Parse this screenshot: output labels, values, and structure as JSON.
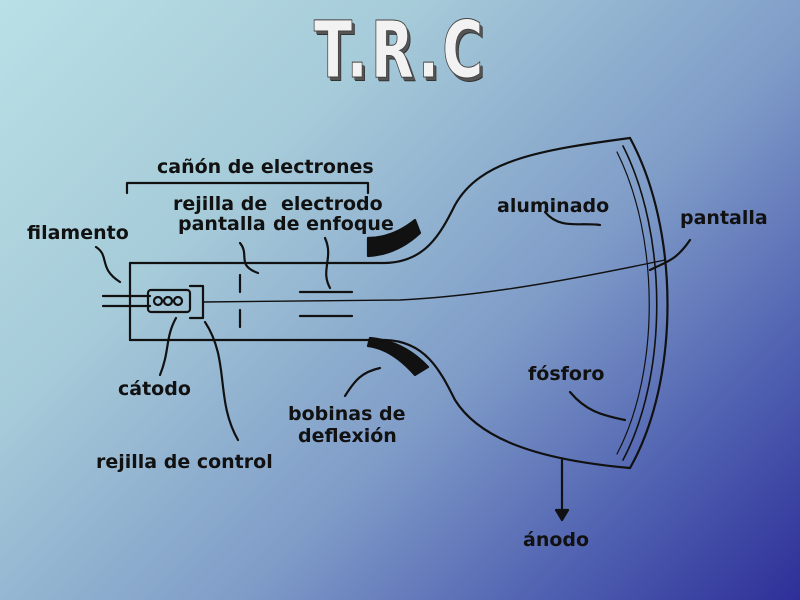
{
  "title": "T.R.C",
  "labels": {
    "canon": "cañón de electrones",
    "rejilla_pantalla_1": "rejilla de",
    "rejilla_pantalla_2": "pantalla",
    "electrodo_1": "electrodo",
    "electrodo_2": "de enfoque",
    "filamento": "filamento",
    "aluminado": "aluminado",
    "pantalla": "pantalla",
    "catodo": "cátodo",
    "fosforo": "fósforo",
    "bobinas_1": "bobinas de",
    "bobinas_2": "deflexión",
    "rejilla_control": "rejilla de control",
    "anodo": "ánodo"
  }
}
